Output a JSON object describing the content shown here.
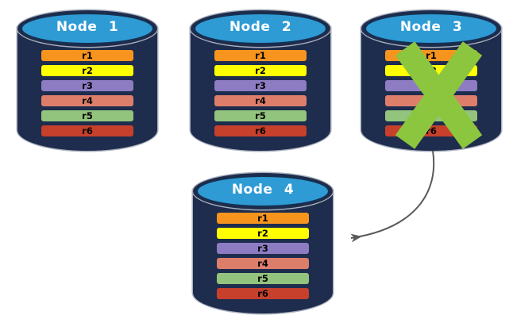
{
  "nodes": [
    {
      "title": "Node 1",
      "status": "active"
    },
    {
      "title": "Node 2",
      "status": "active"
    },
    {
      "title": "Node 3",
      "status": "failed"
    },
    {
      "title": "Node 4",
      "status": "active"
    }
  ],
  "replica_rows": [
    {
      "label": "r1",
      "color": "#F7941D"
    },
    {
      "label": "r2",
      "color": "#FFFF00"
    },
    {
      "label": "r3",
      "color": "#8E7CC3"
    },
    {
      "label": "r4",
      "color": "#DD7E6B"
    },
    {
      "label": "r5",
      "color": "#93C47D"
    },
    {
      "label": "r6",
      "color": "#C6402C"
    }
  ],
  "arrow": {
    "from": "Node 3",
    "to": "Node 4"
  },
  "colors": {
    "cylinder_body": "#1E2C4D",
    "cylinder_cap": "#2E9BD5",
    "cap_border": "#17304F",
    "outline": "#A9B0BD",
    "failure_x": "#8CC63F",
    "arrow": "#595959",
    "title_text": "#FFFFFF",
    "row_text": "#000000"
  }
}
